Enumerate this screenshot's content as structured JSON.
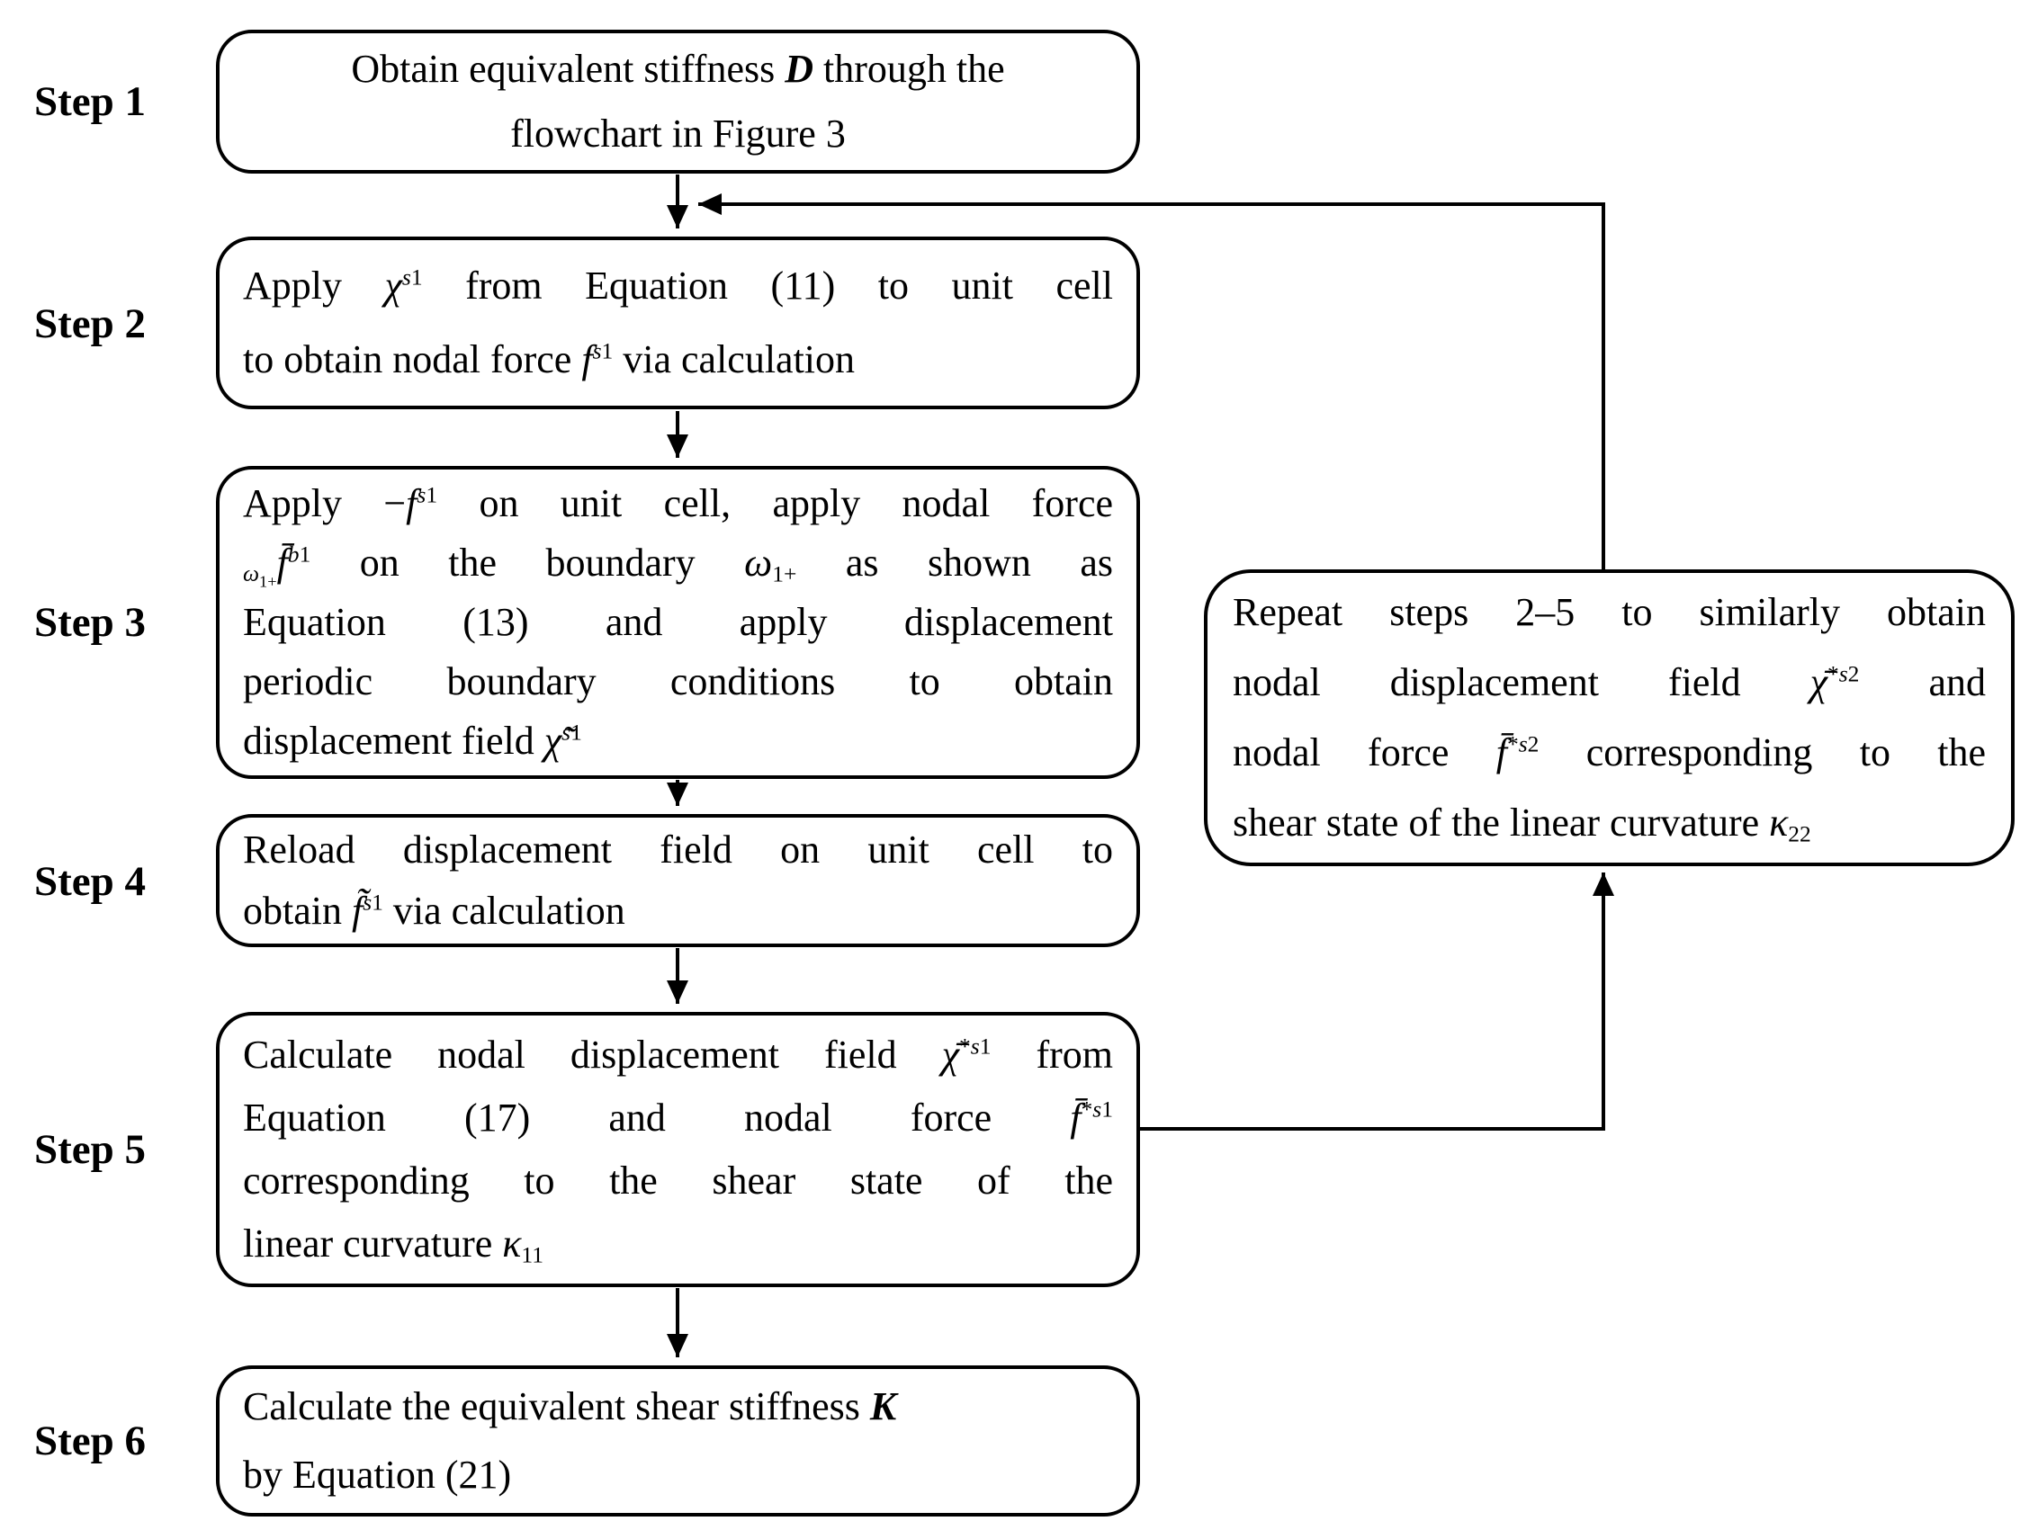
{
  "colors": {
    "line": "#000000",
    "background": "#ffffff",
    "text": "#000000"
  },
  "steps": [
    {
      "label": "Step 1",
      "lines": [
        "Obtain equivalent stiffness <b><i>D</i></b> through the",
        "flowchart in Figure 3"
      ]
    },
    {
      "label": "Step 2",
      "lines": [
        "Apply <i>χ</i><sup><i>s</i>1</sup> from Equation (11) to unit cell",
        "to obtain nodal force <i>f</i><sup><i>s</i>1</sup> via calculation"
      ]
    },
    {
      "label": "Step 3",
      "lines": [
        "Apply −<i>f</i><sup><i>s</i>1</sup> on unit cell, apply nodal force",
        "<sub><i>ω</i><sub>1+</sub></sub><i>f̄</i><sup><i>b</i>1</sup> on the boundary <i>ω</i><sub>1+</sub> as shown as",
        "Equation (13) and apply displacement",
        "periodic boundary conditions to obtain",
        "displacement field <i>χ̃</i><sup><i>s</i>1</sup>"
      ]
    },
    {
      "label": "Step 4",
      "lines": [
        "Reload displacement field on unit cell to",
        "obtain <i>f̃</i><sup><i>s</i>1</sup> via calculation"
      ]
    },
    {
      "label": "Step 5",
      "lines": [
        "Calculate nodal displacement field <i>χ̄</i><sup>*<i>s</i>1</sup> from",
        "Equation (17) and nodal force <i>f̄</i><sup>*<i>s</i>1</sup>",
        "corresponding to the shear state of the",
        "linear curvature <i>κ</i><sub>11</sub>"
      ]
    },
    {
      "label": "Step 6",
      "lines": [
        "Calculate the equivalent shear stiffness <b><i>K</i></b>",
        "by Equation (21)"
      ]
    }
  ],
  "repeat_box": {
    "lines": [
      "Repeat steps 2–5 to similarly obtain",
      "nodal displacement field <i>χ̄</i><sup>*<i>s</i>2</sup> and",
      "nodal force <i>f̄</i><sup>*<i>s</i>2</sup> corresponding to the",
      "shear state of the linear curvature <i>κ</i><sub>22</sub>"
    ]
  }
}
